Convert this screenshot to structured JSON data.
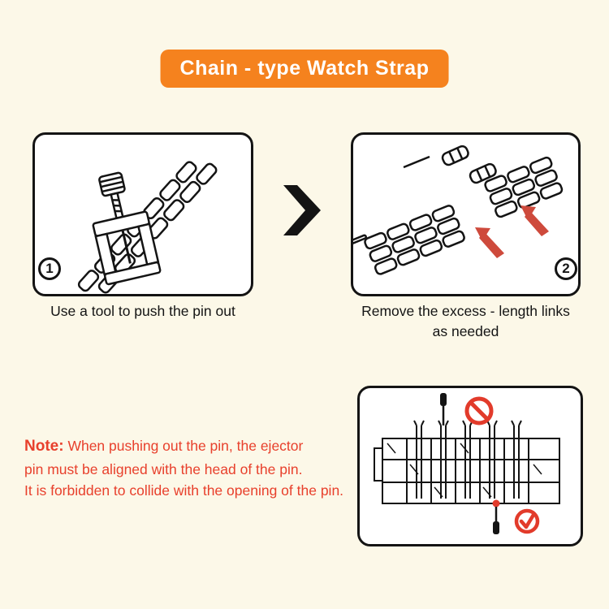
{
  "title": "Chain - type Watch Strap",
  "steps": [
    {
      "number": "1",
      "caption": "Use a tool to push the pin out"
    },
    {
      "number": "2",
      "caption": "Remove the excess - length links as needed"
    }
  ],
  "note": {
    "label": "Note:",
    "lines": [
      "When pushing out the pin, the ejector",
      "pin must be aligned with the head of the pin.",
      "It is forbidden to collide with the opening of the pin."
    ]
  },
  "icons": {
    "step_arrow": "chevron-right",
    "prohibition": "no-symbol-slash",
    "check": "checkmark"
  },
  "colors": {
    "background": "#FCF8E8",
    "banner_orange": "#F5821E",
    "banner_text": "#FFFFFF",
    "panel_border": "#141414",
    "note_red": "#E8402C",
    "arrow_red": "#CE4A3C",
    "mark_red": "#E23B2B"
  }
}
